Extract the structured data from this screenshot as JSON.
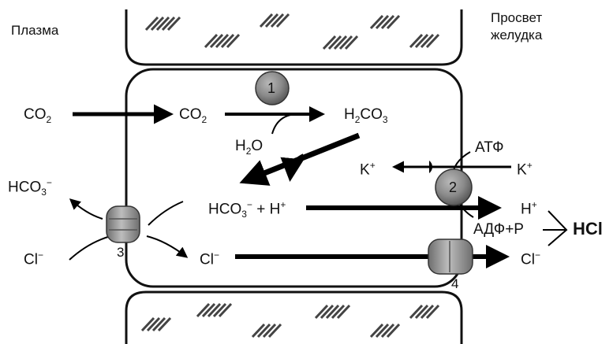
{
  "labels": {
    "plasma": "Плазма",
    "lumen_line1": "Просвет",
    "lumen_line2": "желудка",
    "co2_outside": {
      "main": "CO",
      "sub": "2"
    },
    "co2_inside": {
      "main": "CO",
      "sub": "2"
    },
    "h2co3": {
      "p1": "H",
      "s1": "2",
      "p2": "CO",
      "s2": "3"
    },
    "h2o": {
      "p1": "H",
      "s1": "2",
      "p2": "O"
    },
    "hco3_plasma": {
      "main": "HCO",
      "sub": "3",
      "sup": "−"
    },
    "hco3_h": {
      "main": "HCO",
      "sub": "3",
      "sup": "−",
      "plus": " + H",
      "sup2": "+"
    },
    "atp": "АТФ",
    "k_inside": {
      "main": "K",
      "sup": "+"
    },
    "k_lumen": {
      "main": "K",
      "sup": "+"
    },
    "h_lumen": {
      "main": "H",
      "sup": "+"
    },
    "adp_p": "АДФ+Р",
    "hcl": "HCl",
    "cl_plasma": {
      "main": "Cl",
      "sup": "−"
    },
    "cl_inside": {
      "main": "Cl",
      "sup": "−"
    },
    "cl_lumen": {
      "main": "Cl",
      "sup": "−"
    },
    "num1": "1",
    "num2": "2",
    "num3": "3",
    "num4": "4"
  }
}
